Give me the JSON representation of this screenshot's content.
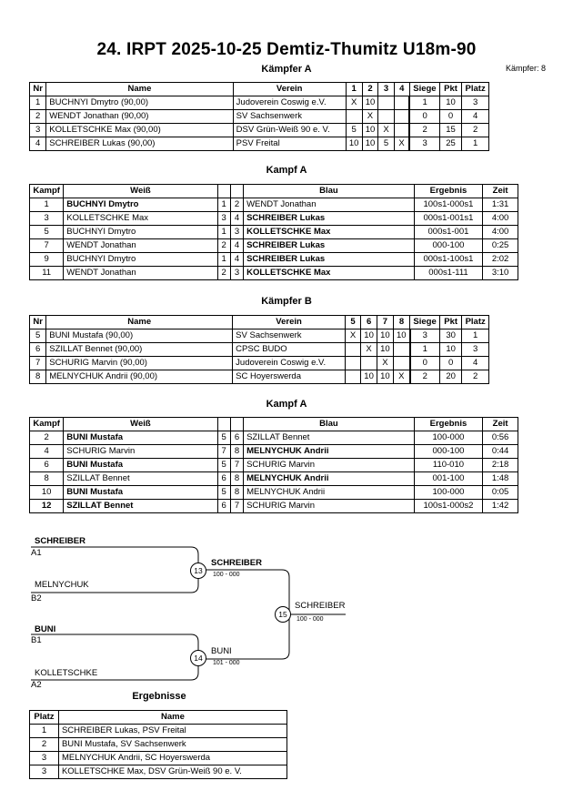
{
  "title": "24. IRPT  2025-10-25  Demtiz-Thumitz   U18m-90",
  "fighter_count": "Kämpfer: 8",
  "poolA": {
    "heading": "Kämpfer A",
    "headers": [
      "Nr",
      "Name",
      "Verein",
      "1",
      "2",
      "3",
      "4",
      "Siege",
      "Pkt",
      "Platz"
    ],
    "rows": [
      [
        "1",
        "BUCHNYI Dmytro  (90,00)",
        "Judoverein Coswig e.V.",
        "X",
        "10",
        "",
        "",
        "1",
        "10",
        "3"
      ],
      [
        "2",
        "WENDT Jonathan  (90,00)",
        "SV Sachsenwerk",
        "",
        "X",
        "",
        "",
        "0",
        "0",
        "4"
      ],
      [
        "3",
        "KOLLETSCHKE Max  (90,00)",
        "DSV Grün-Weiß 90 e. V.",
        "5",
        "10",
        "X",
        "",
        "2",
        "15",
        "2"
      ],
      [
        "4",
        "SCHREIBER Lukas  (90,00)",
        "PSV Freital",
        "10",
        "10",
        "5",
        "X",
        "3",
        "25",
        "1"
      ]
    ]
  },
  "fightsA": {
    "heading": "Kampf A",
    "headers": [
      "Kampf",
      "Weiß",
      "",
      "",
      "Blau",
      "Ergebnis",
      "Zeit"
    ],
    "rows": [
      {
        "no": "1",
        "white": "BUCHNYI Dmytro",
        "a": "1",
        "b": "2",
        "blue": "WENDT Jonathan",
        "result": "100s1-000s1",
        "time": "1:31",
        "wb": true,
        "bb": false
      },
      {
        "no": "3",
        "white": "KOLLETSCHKE Max",
        "a": "3",
        "b": "4",
        "blue": "SCHREIBER Lukas",
        "result": "000s1-001s1",
        "time": "4:00",
        "wb": false,
        "bb": true
      },
      {
        "no": "5",
        "white": "BUCHNYI Dmytro",
        "a": "1",
        "b": "3",
        "blue": "KOLLETSCHKE Max",
        "result": "000s1-001",
        "time": "4:00",
        "wb": false,
        "bb": true
      },
      {
        "no": "7",
        "white": "WENDT Jonathan",
        "a": "2",
        "b": "4",
        "blue": "SCHREIBER Lukas",
        "result": "000-100",
        "time": "0:25",
        "wb": false,
        "bb": true
      },
      {
        "no": "9",
        "white": "BUCHNYI Dmytro",
        "a": "1",
        "b": "4",
        "blue": "SCHREIBER Lukas",
        "result": "000s1-100s1",
        "time": "2:02",
        "wb": false,
        "bb": true
      },
      {
        "no": "11",
        "white": "WENDT Jonathan",
        "a": "2",
        "b": "3",
        "blue": "KOLLETSCHKE Max",
        "result": "000s1-111",
        "time": "3:10",
        "wb": false,
        "bb": true
      }
    ]
  },
  "poolB": {
    "heading": "Kämpfer B",
    "headers": [
      "Nr",
      "Name",
      "Verein",
      "5",
      "6",
      "7",
      "8",
      "Siege",
      "Pkt",
      "Platz"
    ],
    "rows": [
      [
        "5",
        "BUNI Mustafa  (90,00)",
        "SV Sachsenwerk",
        "X",
        "10",
        "10",
        "10",
        "3",
        "30",
        "1"
      ],
      [
        "6",
        "SZILLAT Bennet  (90,00)",
        "CPSC BUDO",
        "",
        "X",
        "10",
        "",
        "1",
        "10",
        "3"
      ],
      [
        "7",
        "SCHURIG Marvin  (90,00)",
        "Judoverein Coswig e.V.",
        "",
        "",
        "X",
        "",
        "0",
        "0",
        "4"
      ],
      [
        "8",
        "MELNYCHUK Andrii  (90,00)",
        "SC Hoyerswerda",
        "",
        "10",
        "10",
        "X",
        "2",
        "20",
        "2"
      ]
    ]
  },
  "fightsB": {
    "heading": "Kampf A",
    "headers": [
      "Kampf",
      "Weiß",
      "",
      "",
      "Blau",
      "Ergebnis",
      "Zeit"
    ],
    "rows": [
      {
        "no": "2",
        "white": "BUNI Mustafa",
        "a": "5",
        "b": "6",
        "blue": "SZILLAT Bennet",
        "result": "100-000",
        "time": "0:56",
        "wb": true,
        "bb": false
      },
      {
        "no": "4",
        "white": "SCHURIG Marvin",
        "a": "7",
        "b": "8",
        "blue": "MELNYCHUK Andrii",
        "result": "000-100",
        "time": "0:44",
        "wb": false,
        "bb": true
      },
      {
        "no": "6",
        "white": "BUNI Mustafa",
        "a": "5",
        "b": "7",
        "blue": "SCHURIG Marvin",
        "result": "110-010",
        "time": "2:18",
        "wb": true,
        "bb": false
      },
      {
        "no": "8",
        "white": "SZILLAT Bennet",
        "a": "6",
        "b": "8",
        "blue": "MELNYCHUK Andrii",
        "result": "001-100",
        "time": "1:48",
        "wb": false,
        "bb": true
      },
      {
        "no": "10",
        "white": "BUNI Mustafa",
        "a": "5",
        "b": "8",
        "blue": "MELNYCHUK Andrii",
        "result": "100-000",
        "time": "0:05",
        "wb": true,
        "bb": false
      },
      {
        "no": "12",
        "white": "SZILLAT Bennet",
        "a": "6",
        "b": "7",
        "blue": "SCHURIG Marvin",
        "result": "100s1-000s2",
        "time": "1:42",
        "wb": true,
        "bb": false
      }
    ]
  },
  "bracket": {
    "sf1_top": "SCHREIBER",
    "sf1_top_seed": "A1",
    "sf1_bottom": "MELNYCHUK",
    "sf1_bottom_seed": "B2",
    "sf1_no": "13",
    "sf1_winner": "SCHREIBER",
    "sf1_score": "100 - 000",
    "sf2_top": "BUNI",
    "sf2_top_seed": "B1",
    "sf2_bottom": "KOLLETSCHKE",
    "sf2_bottom_seed": "A2",
    "sf2_no": "14",
    "sf2_winner": "BUNI",
    "sf2_score": "101 - 000",
    "final_no": "15",
    "final_winner": "SCHREIBER",
    "final_score": "100 - 000"
  },
  "results": {
    "heading": "Ergebnisse",
    "headers": [
      "Platz",
      "Name"
    ],
    "rows": [
      [
        "1",
        "SCHREIBER Lukas, PSV Freital"
      ],
      [
        "2",
        "BUNI Mustafa, SV Sachsenwerk"
      ],
      [
        "3",
        "MELNYCHUK Andrii, SC Hoyerswerda"
      ],
      [
        "3",
        "KOLLETSCHKE Max, DSV Grün-Weiß 90 e. V."
      ]
    ]
  }
}
